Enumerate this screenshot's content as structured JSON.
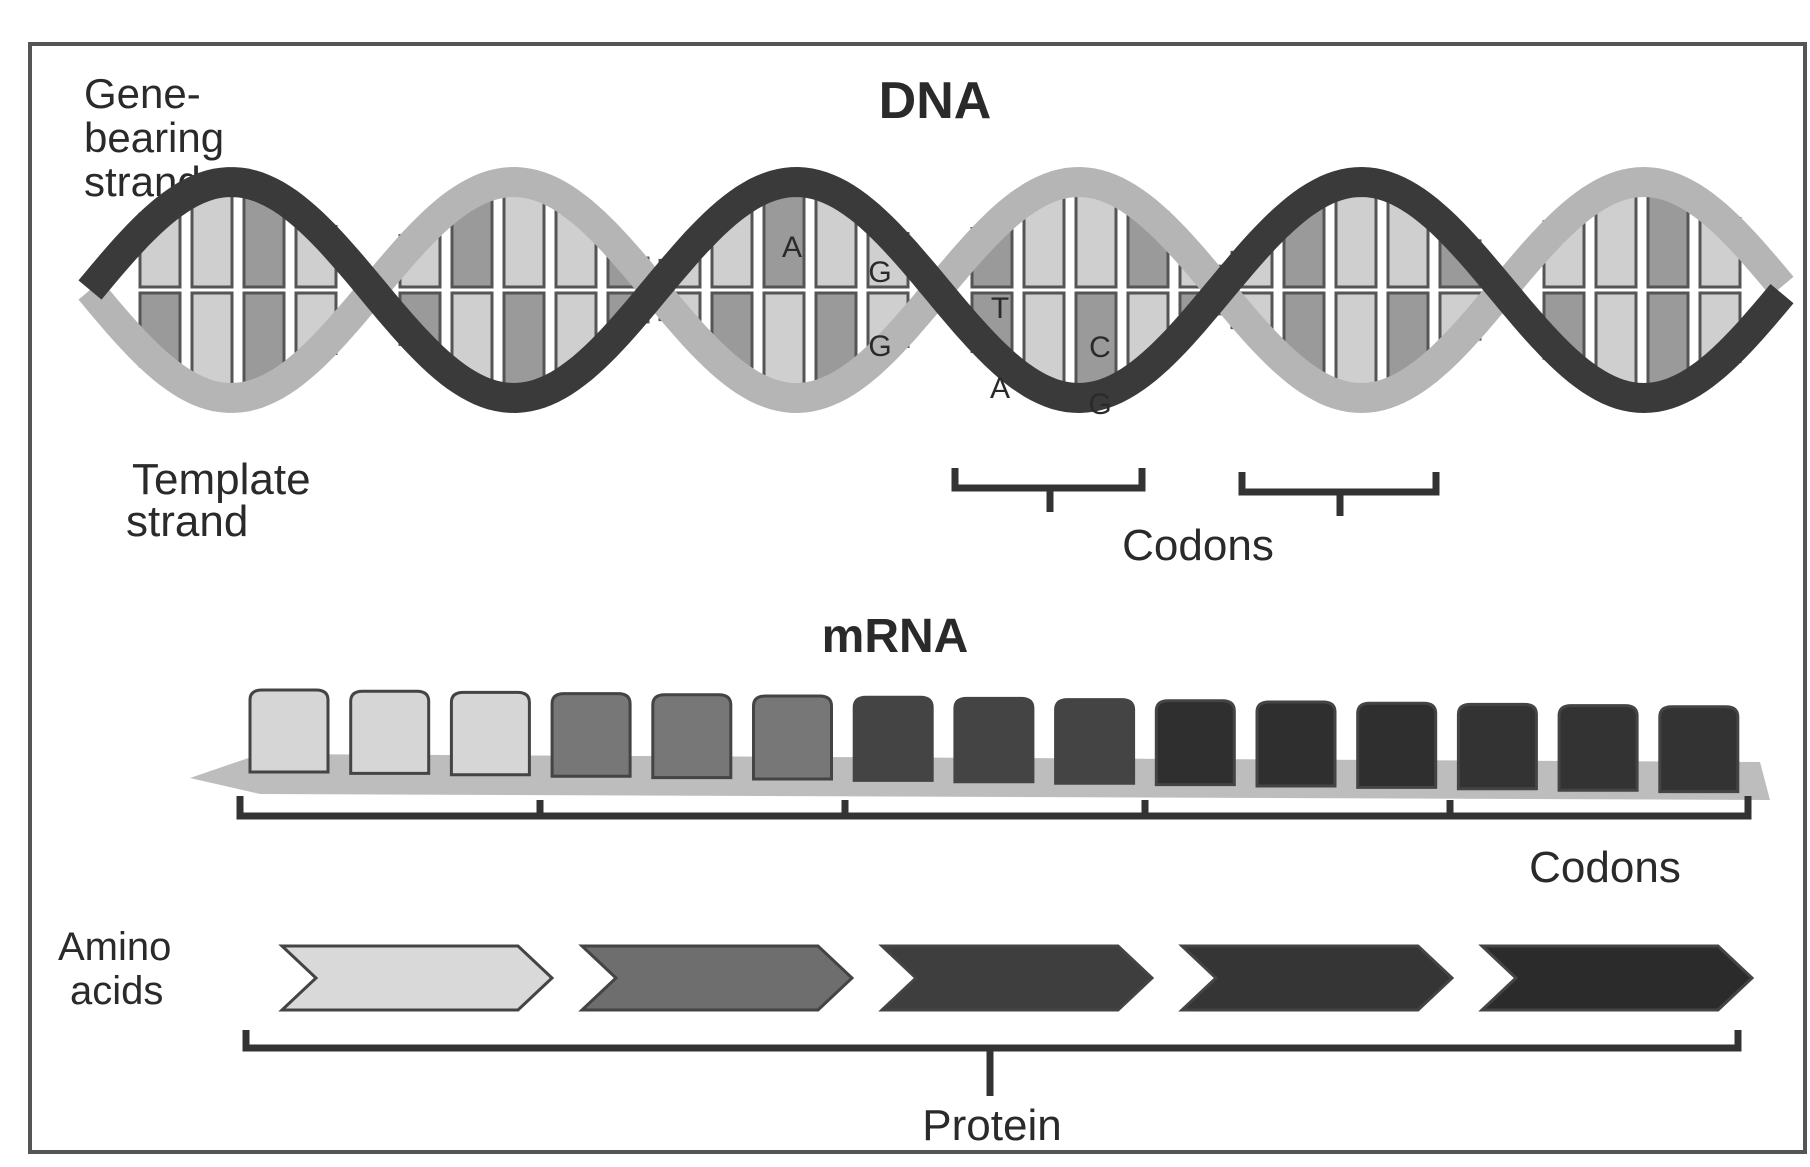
{
  "dna": {
    "title": "DNA",
    "coding_strand_label": [
      "Gene-",
      "bearing",
      "strand"
    ],
    "template_strand_label": [
      "Template",
      "strand"
    ],
    "codons_label": "Codons",
    "base_letters": [
      "A",
      "G",
      "G",
      "T",
      "A",
      "C",
      "G"
    ]
  },
  "mrna": {
    "title": "mRNA",
    "codons_label": "Codons",
    "nucleotide_shades": [
      "#d6d6d6",
      "#d6d6d6",
      "#d6d6d6",
      "#777777",
      "#777777",
      "#777777",
      "#444444",
      "#444444",
      "#444444",
      "#2f2f2f",
      "#2f2f2f",
      "#2f2f2f",
      "#333333",
      "#333333",
      "#333333"
    ]
  },
  "amino_acids": {
    "label": [
      "Amino",
      "acids"
    ],
    "shades": [
      "#d9d9d9",
      "#6e6e6e",
      "#3e3e3e",
      "#353535",
      "#2b2b2b"
    ]
  },
  "protein": {
    "label": "Protein"
  },
  "colors": {
    "ink": "#2a2a2a",
    "strand_dark": "#3a3a3a",
    "strand_light": "#b5b5b5",
    "base_light": "#cfcfcf",
    "base_mid": "#9a9a9a"
  }
}
